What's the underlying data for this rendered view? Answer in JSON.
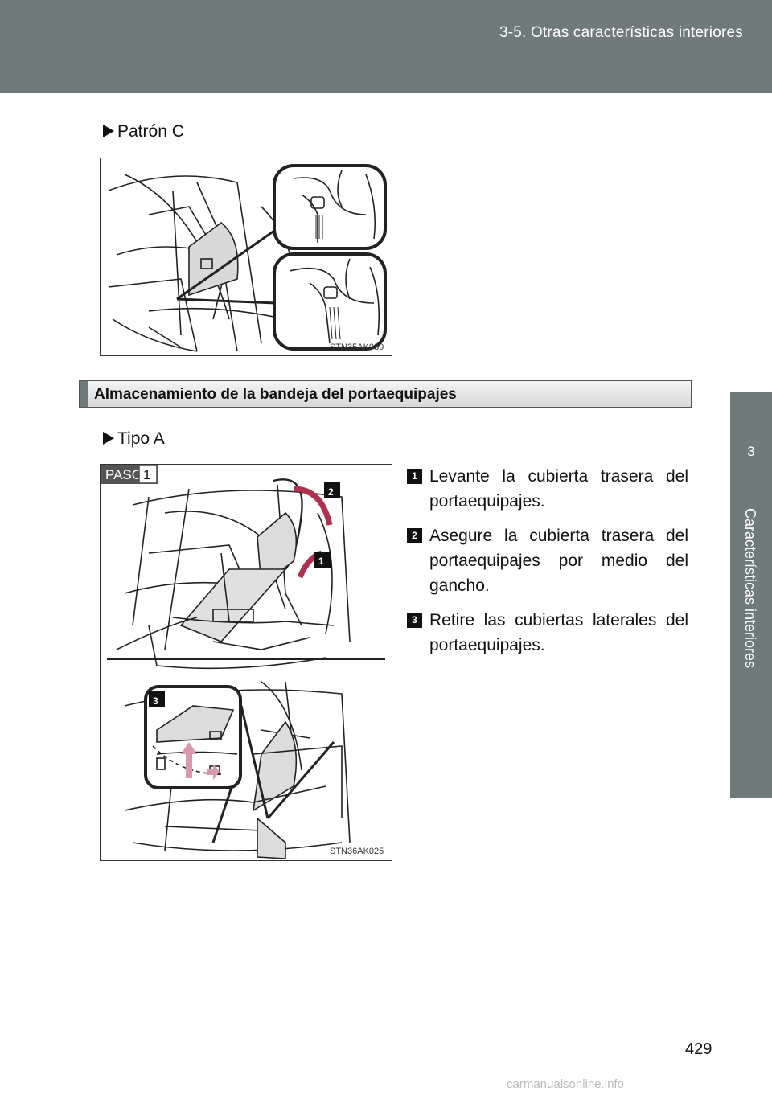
{
  "header": {
    "breadcrumb": "3-5. Otras características interiores"
  },
  "side_tab": {
    "chapter_number": "3",
    "chapter_title": "Características interiores"
  },
  "pattern_c": {
    "label": "Patrón C",
    "figure_code": "STN35AK039"
  },
  "section": {
    "title": "Almacenamiento de la bandeja del portaequipajes"
  },
  "type_a": {
    "label": "Tipo A",
    "figure_code": "STN36AK025",
    "paso_label": "PASO",
    "paso_number": "1",
    "callouts": [
      "1",
      "2",
      "3"
    ],
    "steps": [
      {
        "num": "1",
        "text": "Levante la cubierta trasera del portaequipajes."
      },
      {
        "num": "2",
        "text": "Asegure la cubierta trasera del portaequipajes por medio del gancho."
      },
      {
        "num": "3",
        "text": "Retire las cubiertas laterales del portaequipajes."
      }
    ]
  },
  "page_number": "429",
  "watermark": "carmanualsonline.info"
}
